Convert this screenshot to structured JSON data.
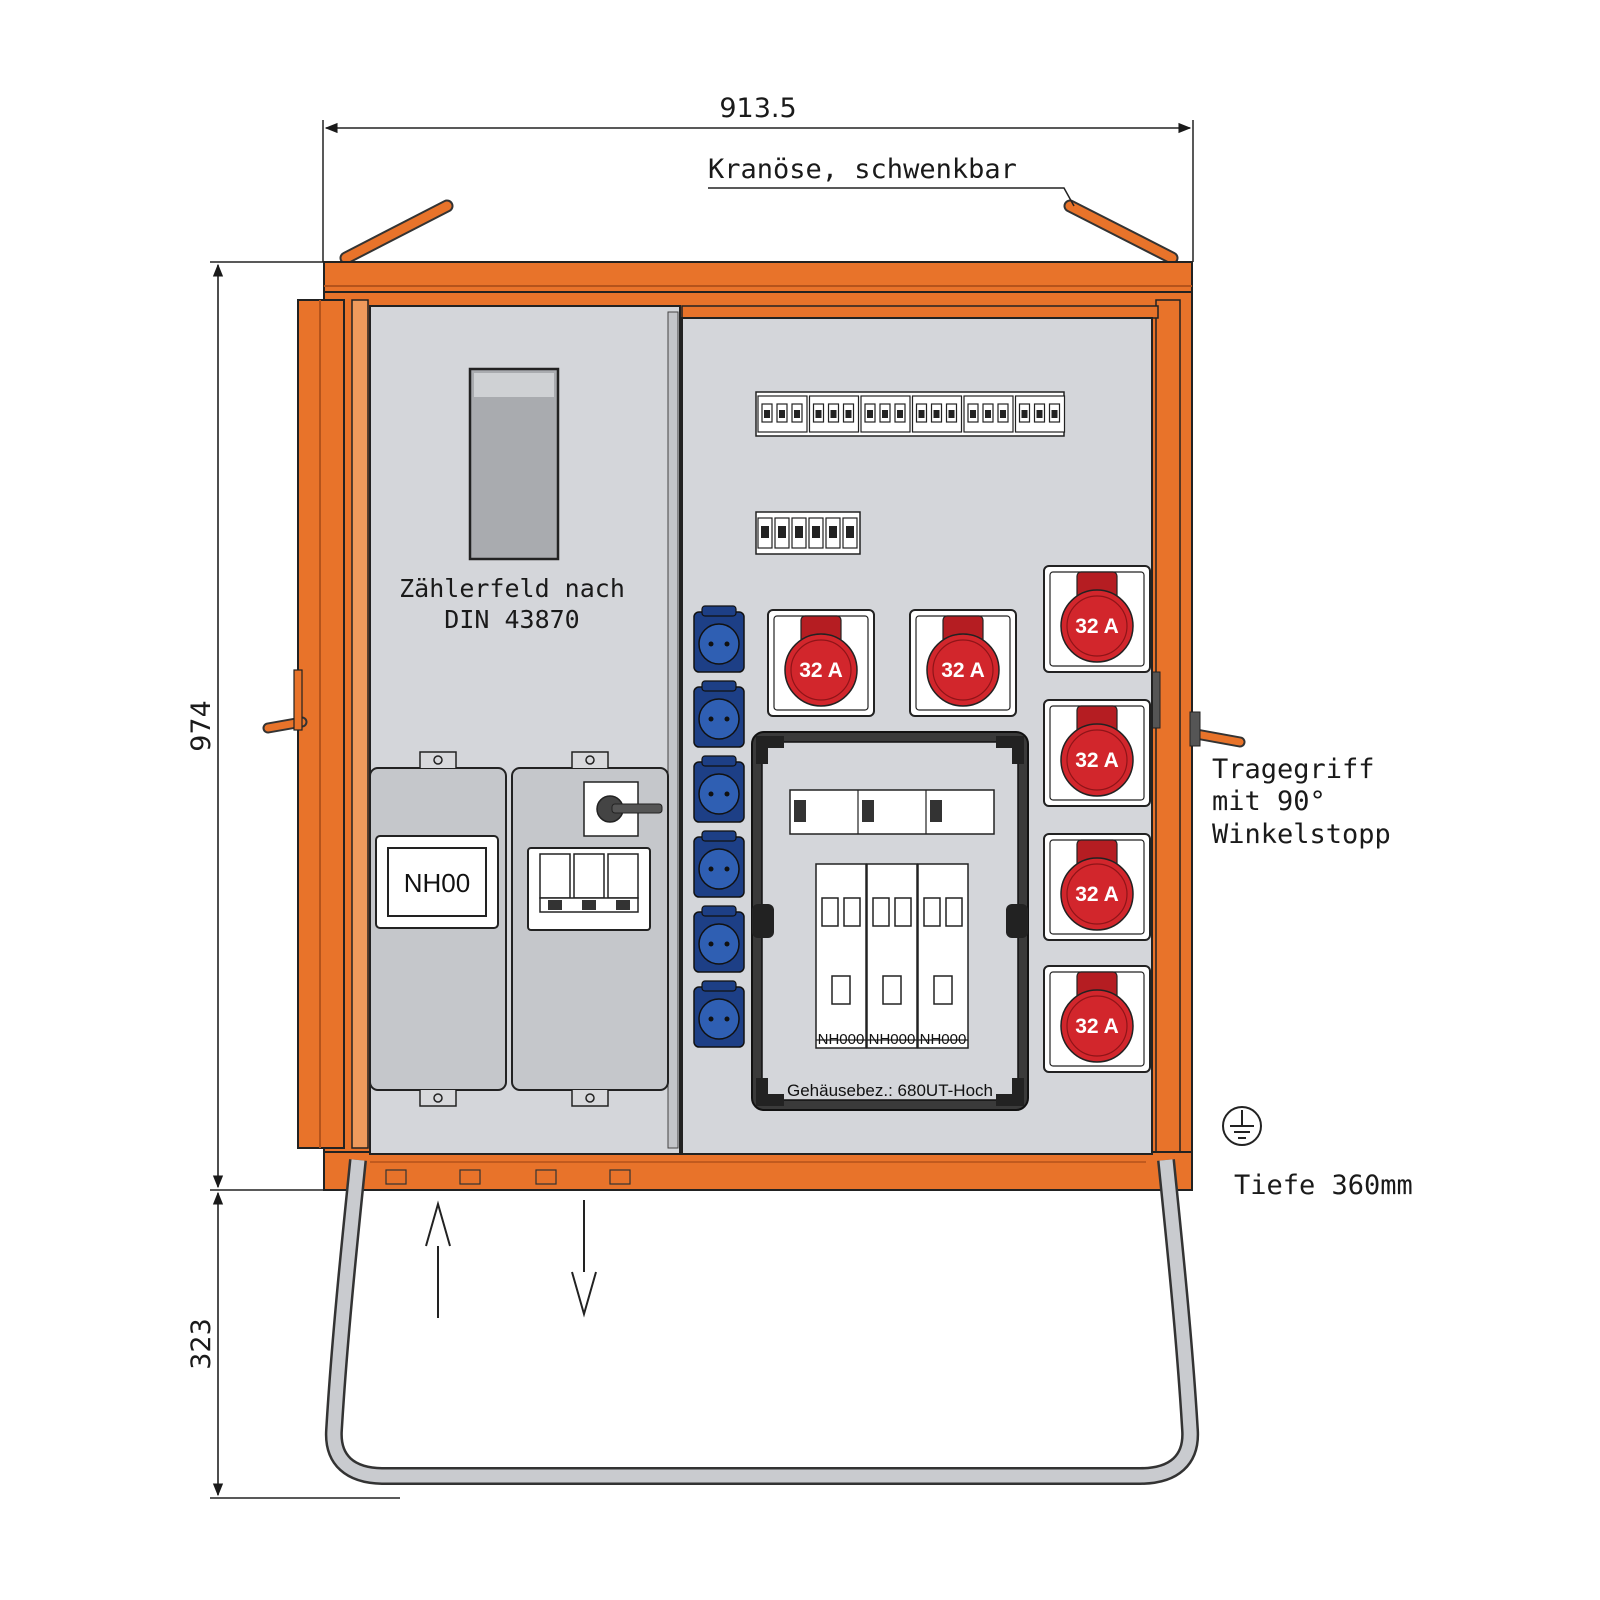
{
  "dimensions": {
    "width": "913.5",
    "height_cabinet": "974",
    "height_frame": "323"
  },
  "labels": {
    "crane_eye": "Kranöse, schwenkbar",
    "meter_field_line1": "Zählerfeld nach",
    "meter_field_line2": "DIN 43870",
    "handle_line1": "Tragegriff",
    "handle_line2": "mit 90°",
    "handle_line3": "Winkelstopp",
    "depth": "Tiefe 360mm",
    "fuse_left": "NH00",
    "housing": "Gehäusebez.: 680UT-Hoch",
    "fuse_sizes": [
      "NH000",
      "NH000",
      "NH000"
    ]
  },
  "cee_sockets": {
    "rating": "32 A",
    "count": 6
  },
  "schuko_sockets": {
    "count": 6
  },
  "colors": {
    "enclosure_orange": "#e8732a",
    "panel_grey": "#d4d6da",
    "cee_red": "#d2262c",
    "schuko_blue": "#2f5fb3",
    "frame_grey": "#c9cbcf"
  }
}
